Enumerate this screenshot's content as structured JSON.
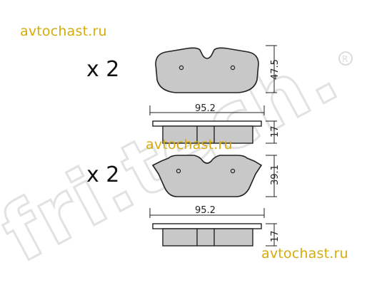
{
  "watermarks": [
    "avtochast.ru",
    "avtochast.ru",
    "avtochast.ru"
  ],
  "brand": {
    "logo_text": "fri.tech.",
    "registered_mark": "®"
  },
  "quantities": {
    "top": "x 2",
    "bottom": "x 2"
  },
  "dimensions": {
    "top_width": "95.2",
    "top_height": "47.5",
    "top_thickness": "17",
    "bottom_width": "95.2",
    "bottom_height": "39.1",
    "bottom_thickness": "17"
  },
  "colors": {
    "pad_fill": "#c8c8c8",
    "watermark": "#d4ac0d",
    "logo": "#e6e6e6"
  }
}
